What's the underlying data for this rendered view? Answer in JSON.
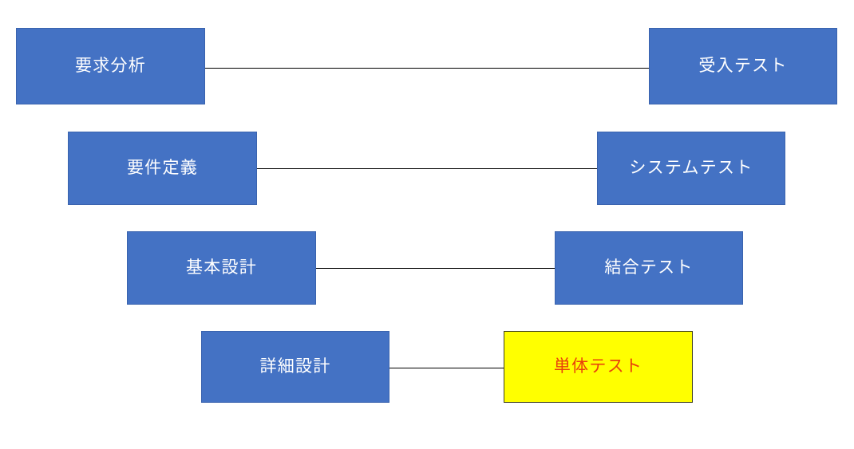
{
  "diagram": {
    "type": "v-model-flow",
    "background_color": "#FFFFFF",
    "default_box_color": "#4472C4",
    "default_text_color": "#FFFFFF",
    "highlight_box_color": "#FFFF00",
    "highlight_text_color": "#E8400C",
    "connector_color": "#000000",
    "rows": [
      {
        "left_label": "要求分析",
        "right_label": "受入テスト"
      },
      {
        "left_label": "要件定義",
        "right_label": "システムテスト"
      },
      {
        "left_label": "基本設計",
        "right_label": "結合テスト"
      },
      {
        "left_label": "詳細設計",
        "right_label": "単体テスト"
      }
    ]
  }
}
